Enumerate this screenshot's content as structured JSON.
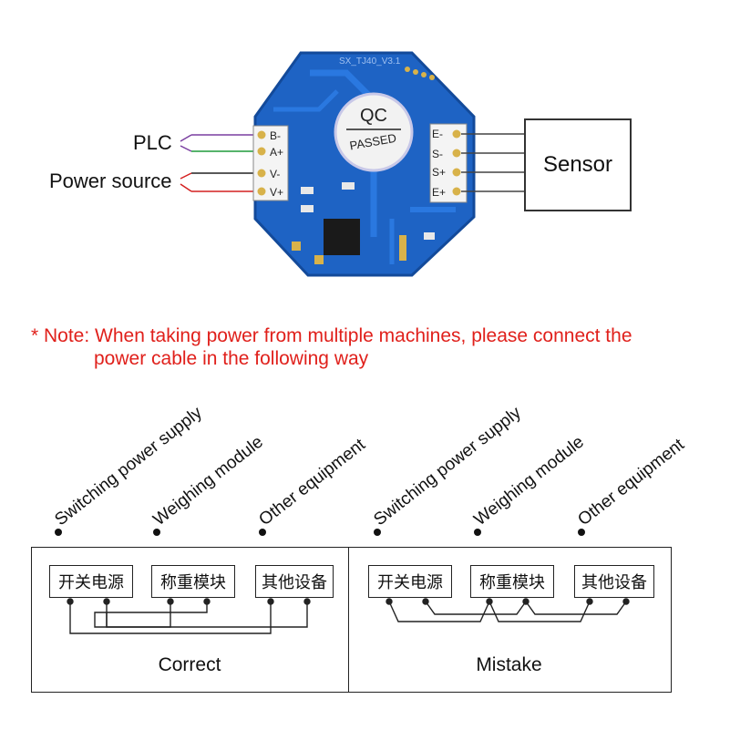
{
  "board": {
    "model_text": "SX_TJ40_V3.1",
    "qc_label": "QC",
    "qc_sub": "PASSED",
    "left_pins": [
      "B-",
      "A+",
      "V-",
      "V+"
    ],
    "right_pins": [
      "E-",
      "S-",
      "S+",
      "E+"
    ]
  },
  "labels": {
    "plc": "PLC",
    "power_source": "Power source",
    "sensor": "Sensor"
  },
  "note": {
    "line1": "* Note: When taking power from multiple machines, please connect the",
    "line2": "power cable in the following way"
  },
  "legend": {
    "switching": "Switching power supply",
    "weighing": "Weighing module",
    "other": "Other equipment"
  },
  "devices": {
    "switching": "开关电源",
    "weighing": "称重模块",
    "other": "其他设备"
  },
  "captions": {
    "correct": "Correct",
    "mistake": "Mistake"
  },
  "colors": {
    "pcb": "#1e63c4",
    "note_red": "#e0201b",
    "wire_purple": "#7a3fa0",
    "wire_green": "#1e9a3a",
    "wire_red": "#d42020",
    "pad_gold": "#d8b24a"
  }
}
